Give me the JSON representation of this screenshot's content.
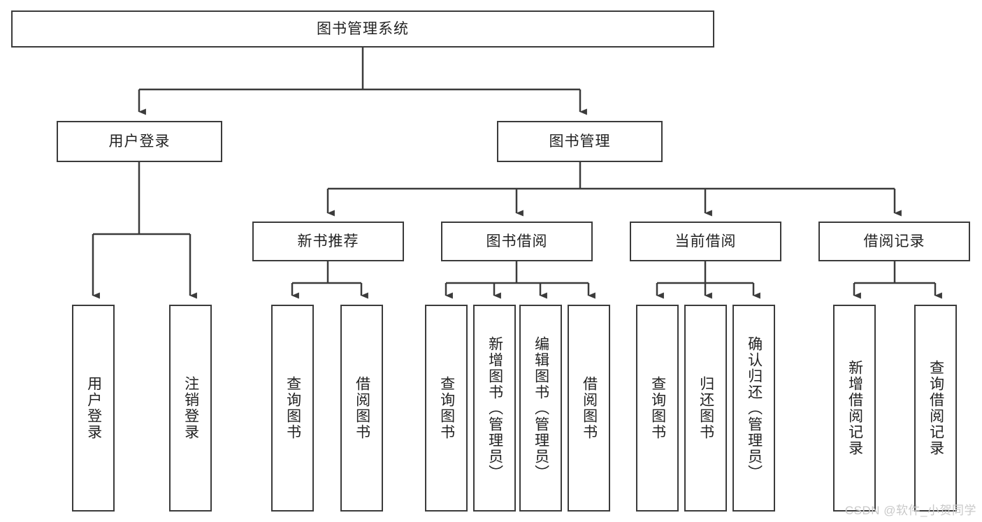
{
  "diagram": {
    "type": "tree",
    "title": "图书管理系统",
    "background_color": "#ffffff",
    "line_color": "#3b3b3b",
    "text_color": "#222222",
    "nodes": {
      "root": {
        "label": "图书管理系统"
      },
      "l2": [
        {
          "id": "user-login",
          "label": "用户登录"
        },
        {
          "id": "book-manage",
          "label": "图书管理"
        }
      ],
      "l3": [
        {
          "id": "new-book-recommend",
          "label": "新书推荐"
        },
        {
          "id": "book-borrow",
          "label": "图书借阅"
        },
        {
          "id": "current-borrow",
          "label": "当前借阅"
        },
        {
          "id": "borrow-record",
          "label": "借阅记录"
        }
      ],
      "leaves": {
        "user_login": [
          {
            "id": "leaf-user-login",
            "label": "用户登录"
          },
          {
            "id": "leaf-logout-login",
            "label": "注销登录"
          }
        ],
        "new_book_recommend": [
          {
            "id": "leaf-query-book-1",
            "label": "查询图书"
          },
          {
            "id": "leaf-borrow-book-1",
            "label": "借阅图书"
          }
        ],
        "book_borrow": [
          {
            "id": "leaf-query-book-2",
            "label": "查询图书"
          },
          {
            "id": "leaf-add-book",
            "label": "新增图书（管理员）"
          },
          {
            "id": "leaf-edit-book",
            "label": "编辑图书（管理员）"
          },
          {
            "id": "leaf-borrow-book-2",
            "label": "借阅图书"
          }
        ],
        "current_borrow": [
          {
            "id": "leaf-query-book-3",
            "label": "查询图书"
          },
          {
            "id": "leaf-return-book",
            "label": "归还图书"
          },
          {
            "id": "leaf-confirm-return",
            "label": "确认归还（管理员）"
          }
        ],
        "borrow_record": [
          {
            "id": "leaf-add-borrow-record",
            "label": "新增借阅记录"
          },
          {
            "id": "leaf-query-borrow-record",
            "label": "查询借阅记录"
          }
        ]
      }
    }
  },
  "watermark": {
    "text": "CSDN @软件_小贺同学"
  }
}
